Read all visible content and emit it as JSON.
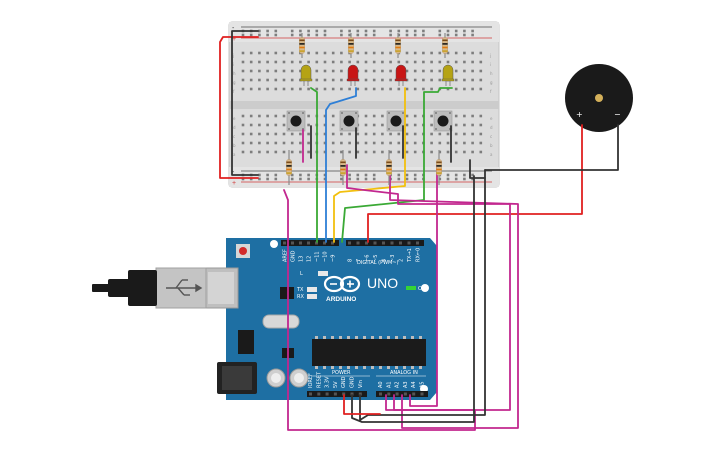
{
  "board": {
    "model": "UNO",
    "brand": "ARDUINO",
    "digital_label": "DIGITAL (PWM~)",
    "analog_label": "ANALOG IN",
    "power_label": "POWER",
    "on_label": "ON",
    "led_labels": [
      "L",
      "TX",
      "RX"
    ],
    "digital_pins": [
      "AREF",
      "GND",
      "13",
      "12",
      "~11",
      "~10",
      "~9",
      "8",
      "7",
      "~6",
      "~5",
      "4",
      "~3",
      "2",
      "TX→1",
      "RX←0"
    ],
    "power_pins": [
      "IOREF",
      "RESET",
      "3.3V",
      "5V",
      "GND",
      "GND",
      "Vin"
    ],
    "analog_pins": [
      "A0",
      "A1",
      "A2",
      "A3",
      "A4",
      "A5"
    ],
    "color": "#1e6fa3"
  },
  "breadboard": {
    "row_letters_top": [
      "j",
      "i",
      "h",
      "g",
      "f"
    ],
    "row_letters_bottom": [
      "e",
      "d",
      "c",
      "b",
      "a"
    ],
    "rail_signs": [
      "+",
      "-"
    ]
  },
  "buzzer": {
    "pin_plus": "+",
    "pin_minus": "−"
  },
  "leds": [
    {
      "color": "#b5a314"
    },
    {
      "color": "#c81515"
    },
    {
      "color": "#c81515"
    },
    {
      "color": "#b5a314"
    }
  ],
  "wire_colors": {
    "red": "#e02020",
    "black": "#333333",
    "green": "#3aa935",
    "blue": "#2e7fd6",
    "yellow": "#f2c00e",
    "magenta": "#c2278f"
  }
}
